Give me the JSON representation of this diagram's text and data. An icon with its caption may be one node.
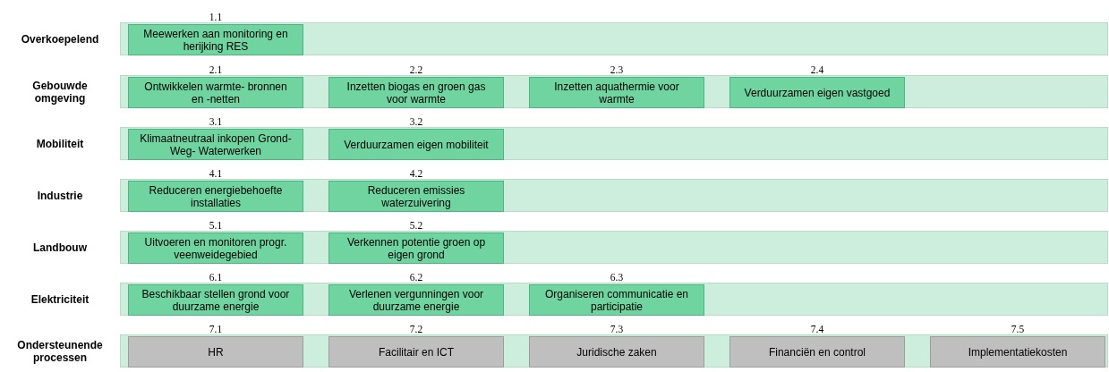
{
  "diagram": {
    "nodes": [
      {
        "text": [
          "Overkoepelend"
        ]
      },
      {
        "text": [
          "Meewerken aan monitoring en herijking RES"
        ],
        "in": 0,
        "beside": [
          "1.1"
        ]
      },
      {
        "text": [
          "Gebouwde omgeving"
        ]
      },
      {
        "text": [
          "Ontwikkelen warmte- bronnen en -netten"
        ],
        "in": 2,
        "beside": [
          "2.1"
        ]
      },
      {
        "text": [
          "Inzetten biogas en groen gas voor warmte"
        ],
        "in": 2,
        "beside": [
          "2.2"
        ]
      },
      {
        "text": [
          "Inzetten aquathermie voor warmte"
        ],
        "in": 2,
        "beside": [
          "2.3"
        ]
      },
      {
        "text": [
          "Verduurzamen eigen vastgoed"
        ],
        "in": 2,
        "beside": [
          "2.4"
        ]
      },
      {
        "text": [
          "Mobiliteit"
        ]
      },
      {
        "text": [
          "Klimaatneutraal inkopen Grond- Weg- Waterwerken"
        ],
        "in": 7,
        "beside": [
          "3.1"
        ]
      },
      {
        "text": [
          "Verduurzamen eigen mobiliteit"
        ],
        "in": 7,
        "beside": [
          "3.2"
        ]
      },
      {
        "text": [
          "Industrie"
        ]
      },
      {
        "text": [
          "Reduceren energiebehoefte installaties"
        ],
        "in": 10,
        "beside": [
          "4.1"
        ]
      },
      {
        "text": [
          "Reduceren emissies waterzuivering"
        ],
        "in": 10,
        "beside": [
          "4.2"
        ]
      },
      {
        "text": [
          "Landbouw"
        ]
      },
      {
        "text": [
          "Uitvoeren en monitoren progr. veenweidegebied"
        ],
        "in": 13,
        "beside": [
          "5.1"
        ]
      },
      {
        "text": [
          "Verkennen potentie groen op eigen grond"
        ],
        "in": 13,
        "beside": [
          "5.2"
        ]
      },
      {
        "text": [
          "Elektriciteit"
        ]
      },
      {
        "text": [
          "Beschikbaar stellen grond voor duurzame energie"
        ],
        "in": 16,
        "beside": [
          "6.1"
        ]
      },
      {
        "text": [
          "Verlenen vergunningen voor duurzame energie"
        ],
        "in": 16,
        "beside": [
          "6.2"
        ]
      },
      {
        "text": [
          "Organiseren communicatie en participatie"
        ],
        "in": 16,
        "beside": [
          "6.3"
        ]
      },
      {
        "text": [
          "Ondersteunende processen"
        ]
      },
      {
        "text": [
          "HR"
        ],
        "in": 20,
        "beside": [
          "7.1"
        ]
      },
      {
        "text": [
          "Facilitair en ICT"
        ],
        "in": 20,
        "beside": [
          "7.2"
        ]
      },
      {
        "text": [
          "Juridische zaken"
        ],
        "in": 20,
        "beside": [
          "7.3"
        ]
      },
      {
        "text": [
          "Financiën en control"
        ],
        "in": 20,
        "beside": [
          "7.4"
        ]
      },
      {
        "text": [
          "Implementatiekosten"
        ],
        "in": 20,
        "beside": [
          "7.5"
        ]
      }
    ]
  }
}
